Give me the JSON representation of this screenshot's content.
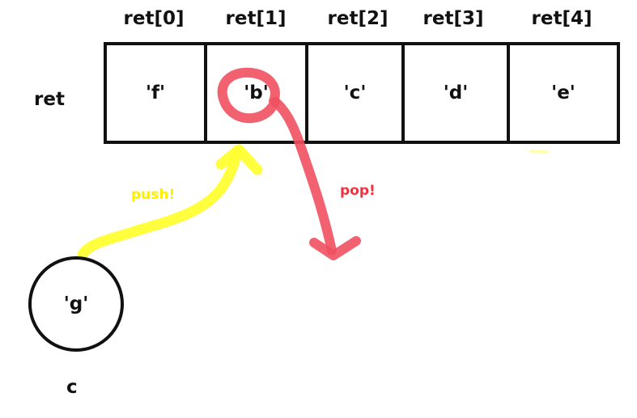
{
  "array": {
    "name": "ret",
    "indices": [
      "ret[0]",
      "ret[1]",
      "ret[2]",
      "ret[3]",
      "ret[4]"
    ],
    "values": [
      "'f'",
      "'b'",
      "'c'",
      "'d'",
      "'e'"
    ]
  },
  "variable": {
    "name": "c",
    "value": "'g'"
  },
  "annotations": {
    "push": {
      "text": "push!",
      "color": "#ffee00"
    },
    "pop": {
      "text": "pop!",
      "color": "#ee3340"
    }
  },
  "colors": {
    "outline": "#111111",
    "push_stroke": "#ffff33",
    "pop_stroke": "#f05060"
  }
}
